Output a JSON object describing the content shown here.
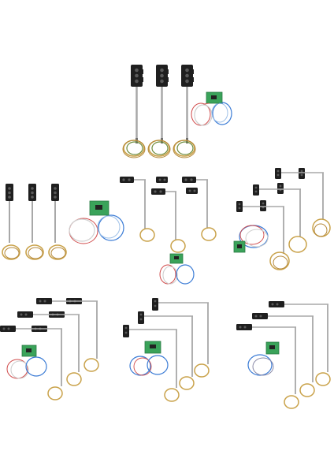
{
  "scene": {
    "kind": "product-photo",
    "background_color": "#ffffff",
    "colors": {
      "signal_housing": "#1f1f1f",
      "lens": "#5a5a5a",
      "mast": "#a8a8a8",
      "wire_gold": "#c9a24a",
      "wire_white": "#d8d8d8",
      "wire_blue": "#3a7bd5",
      "wire_red": "#d04a4a",
      "pcb_green": "#3aa35a"
    },
    "groups": [
      {
        "name": "tall-3-aspect-signals",
        "signal_count": 3,
        "has_board": true
      },
      {
        "name": "small-3-aspect-signals",
        "signal_count": 3,
        "has_board": true
      },
      {
        "name": "bracket-2-aspect-signals",
        "signal_count": 3,
        "has_board": true
      },
      {
        "name": "gantry-signals-right",
        "signal_count": 4,
        "has_board": true
      },
      {
        "name": "gantry-signals-bottom-left",
        "signal_count": 4,
        "has_board": true
      },
      {
        "name": "gantry-signals-bottom-center",
        "signal_count": 3,
        "has_board": true
      },
      {
        "name": "gantry-signals-bottom-right",
        "signal_count": 3,
        "has_board": true
      }
    ]
  }
}
